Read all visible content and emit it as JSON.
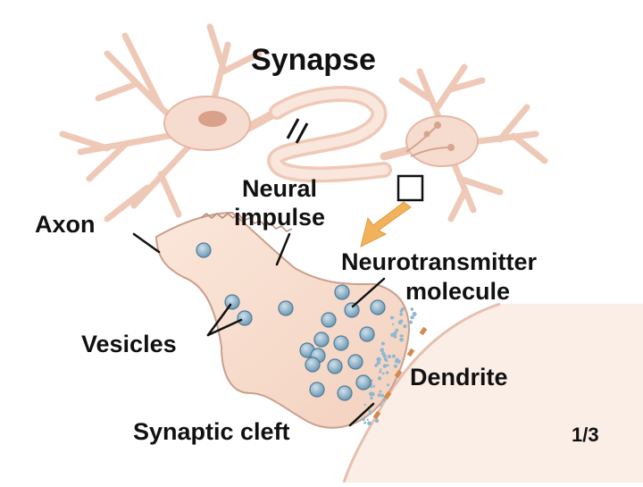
{
  "title": "Synapse",
  "labels": {
    "neural_impulse_line1": "Neural",
    "neural_impulse_line2": "impulse",
    "axon": "Axon",
    "neurotransmitter_line1": "Neurotransmitter",
    "neurotransmitter_line2": "molecule",
    "vesicles": "Vesicles",
    "dendrite": "Dendrite",
    "synaptic_cleft": "Synaptic cleft"
  },
  "page_indicator": "1/3",
  "colors": {
    "neuron_fill": "#f6dccf",
    "neuron_stroke": "#d9a994",
    "nucleus": "#d28f78",
    "terminal_fill": "#f9e2d4",
    "terminal_stroke": "#c89a86",
    "vesicle_fill": "#8fb4cc",
    "vesicle_stroke": "#4f7c98",
    "transmitter_dot": "#8fb8d0",
    "arrow": "#f2b25c",
    "receptor": "#d4894d",
    "label_text": "#111111"
  }
}
